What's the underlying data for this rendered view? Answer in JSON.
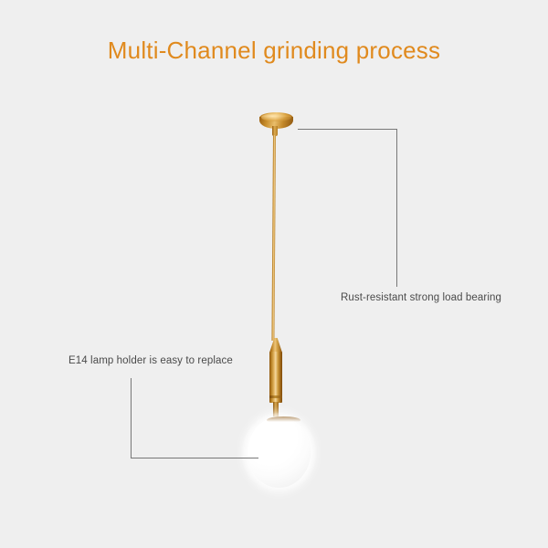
{
  "page": {
    "title": "Multi-Channel grinding process",
    "background_color": "#efefef",
    "title_color": "#e08a1e"
  },
  "product": {
    "name": "gold-pendant-light",
    "parts": {
      "canopy": "ceiling-canopy",
      "cord": "suspension-cord",
      "body": "lamp-body-cylinder",
      "collar": "globe-collar",
      "globe": "opal-glass-globe"
    },
    "colors": {
      "metal": "#d2a044",
      "metal_dark": "#8d550d",
      "metal_light": "#f4d79e",
      "glass": "#ffffff"
    }
  },
  "annotations": [
    {
      "id": "rust-resistant",
      "text": "Rust-resistant strong load bearing",
      "target": "canopy",
      "line_color": "#787878"
    },
    {
      "id": "lamp-holder",
      "text": "E14 lamp holder is easy to replace",
      "target": "globe",
      "line_color": "#787878"
    }
  ]
}
